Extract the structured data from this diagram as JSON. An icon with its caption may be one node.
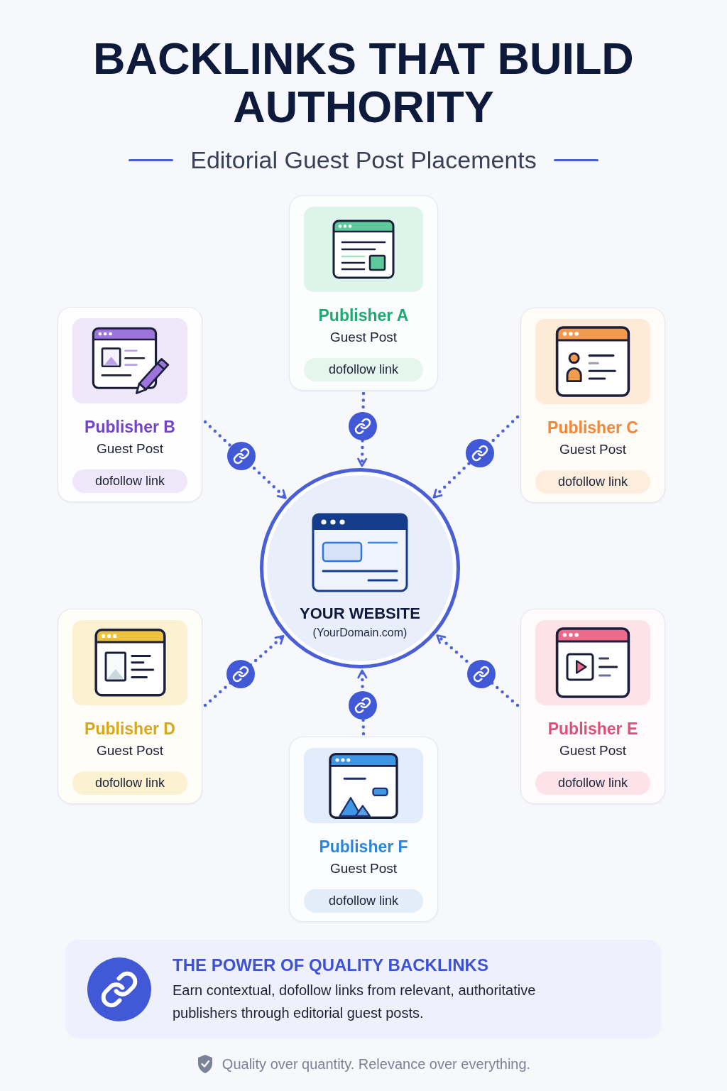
{
  "diagram": {
    "title": "BACKLINKS THAT BUILD AUTHORITY",
    "caption": "Quality over quantity. Relevance over everything.",
    "nodes": [
      {
        "text": [
          "Publisher A",
          "Guest Post",
          "dofollow link"
        ]
      },
      {
        "text": [
          "Publisher B",
          "Guest Post",
          "dofollow link"
        ]
      },
      {
        "text": [
          "Publisher C",
          "Guest Post",
          "dofollow link"
        ]
      },
      {
        "text": [
          "YOUR WEBSITE",
          "(YourDomain.com)"
        ]
      },
      {
        "text": [
          "Publisher D",
          "Guest Post",
          "dofollow link"
        ]
      },
      {
        "text": [
          "Publisher E",
          "Guest Post",
          "dofollow link"
        ]
      },
      {
        "text": [
          "Publisher F",
          "Guest Post",
          "dofollow link"
        ]
      },
      {
        "text": [
          "THE POWER OF QUALITY BACKLINKS",
          "Earn contextual, dofollow links from relevant, authoritative publishers through editorial guest posts."
        ]
      }
    ],
    "edges": [
      {
        "from": 0,
        "to": 3,
        "arrow": "to"
      },
      {
        "from": 1,
        "to": 3,
        "arrow": "to"
      },
      {
        "from": 2,
        "to": 3,
        "arrow": "to"
      },
      {
        "from": 4,
        "to": 3,
        "arrow": "to"
      },
      {
        "from": 5,
        "to": 3,
        "arrow": "to"
      },
      {
        "from": 6,
        "to": 3,
        "arrow": "to"
      }
    ],
    "labels": [
      "Editorial Guest Post Placements"
    ]
  }
}
